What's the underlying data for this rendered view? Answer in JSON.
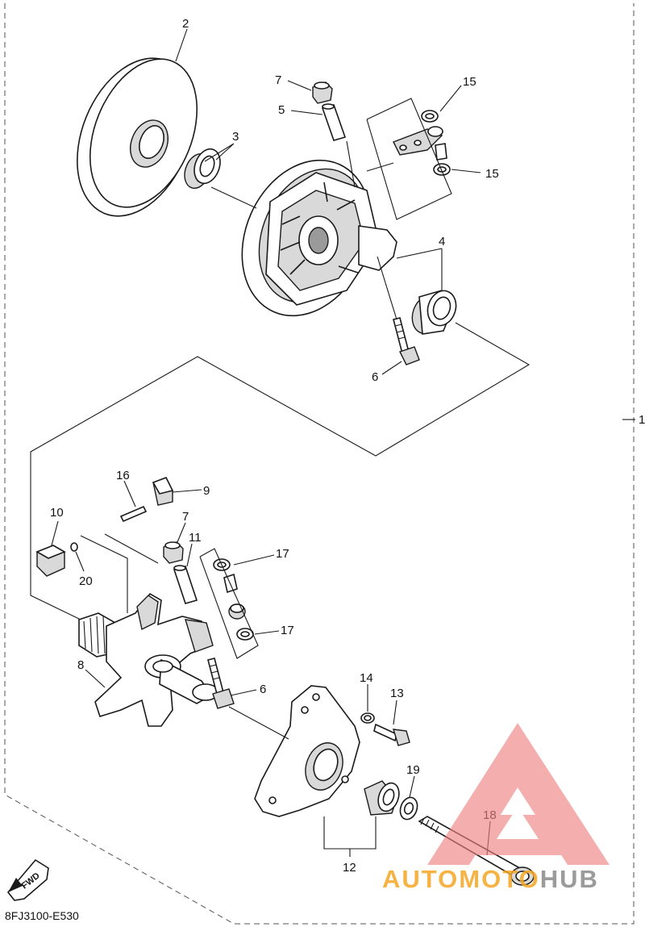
{
  "diagram": {
    "drawing_code": "8FJ3100-E530",
    "fwd_label": "FWD",
    "edge_callout": "1",
    "brand": {
      "part_a": "AUTOMOTO",
      "part_b": "HUB",
      "color_a": "#f5a623",
      "color_b": "#8a8a8a",
      "mark_color": "#f08080"
    },
    "callouts": {
      "c2": "2",
      "c3": "3",
      "c4": "4",
      "c5": "5",
      "c6a": "6",
      "c6b": "6",
      "c7a": "7",
      "c7b": "7",
      "c8": "8",
      "c9": "9",
      "c10": "10",
      "c11": "11",
      "c12": "12",
      "c13": "13",
      "c14": "14",
      "c15a": "15",
      "c15b": "15",
      "c16": "16",
      "c17a": "17",
      "c17b": "17",
      "c18": "18",
      "c19": "19",
      "c20": "20"
    }
  }
}
